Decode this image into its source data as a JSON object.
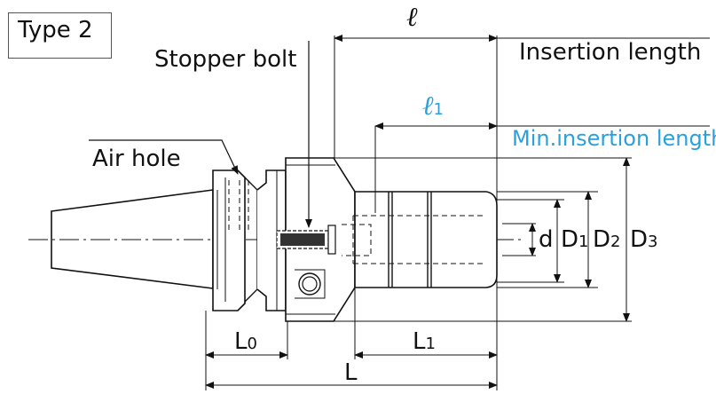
{
  "type_label": "Type 2",
  "callouts": {
    "stopper_bolt": "Stopper bolt",
    "air_hole": "Air hole",
    "insertion_length": "Insertion length",
    "min_insertion_length": "Min.insertion length"
  },
  "dimensions": {
    "l": "ℓ",
    "l1_main": "ℓ",
    "l1_sub": "1",
    "d": "d",
    "D1_main": "D",
    "D1_sub": "1",
    "D2_main": "D",
    "D2_sub": "2",
    "D3_main": "D",
    "D3_sub": "3",
    "L0_main": "L",
    "L0_sub": "0",
    "L1_main": "L",
    "L1_sub": "1",
    "L": "L"
  },
  "colors": {
    "line": "#111111",
    "cyan": "#2aa1dd",
    "stopper_fill": "#333333"
  }
}
